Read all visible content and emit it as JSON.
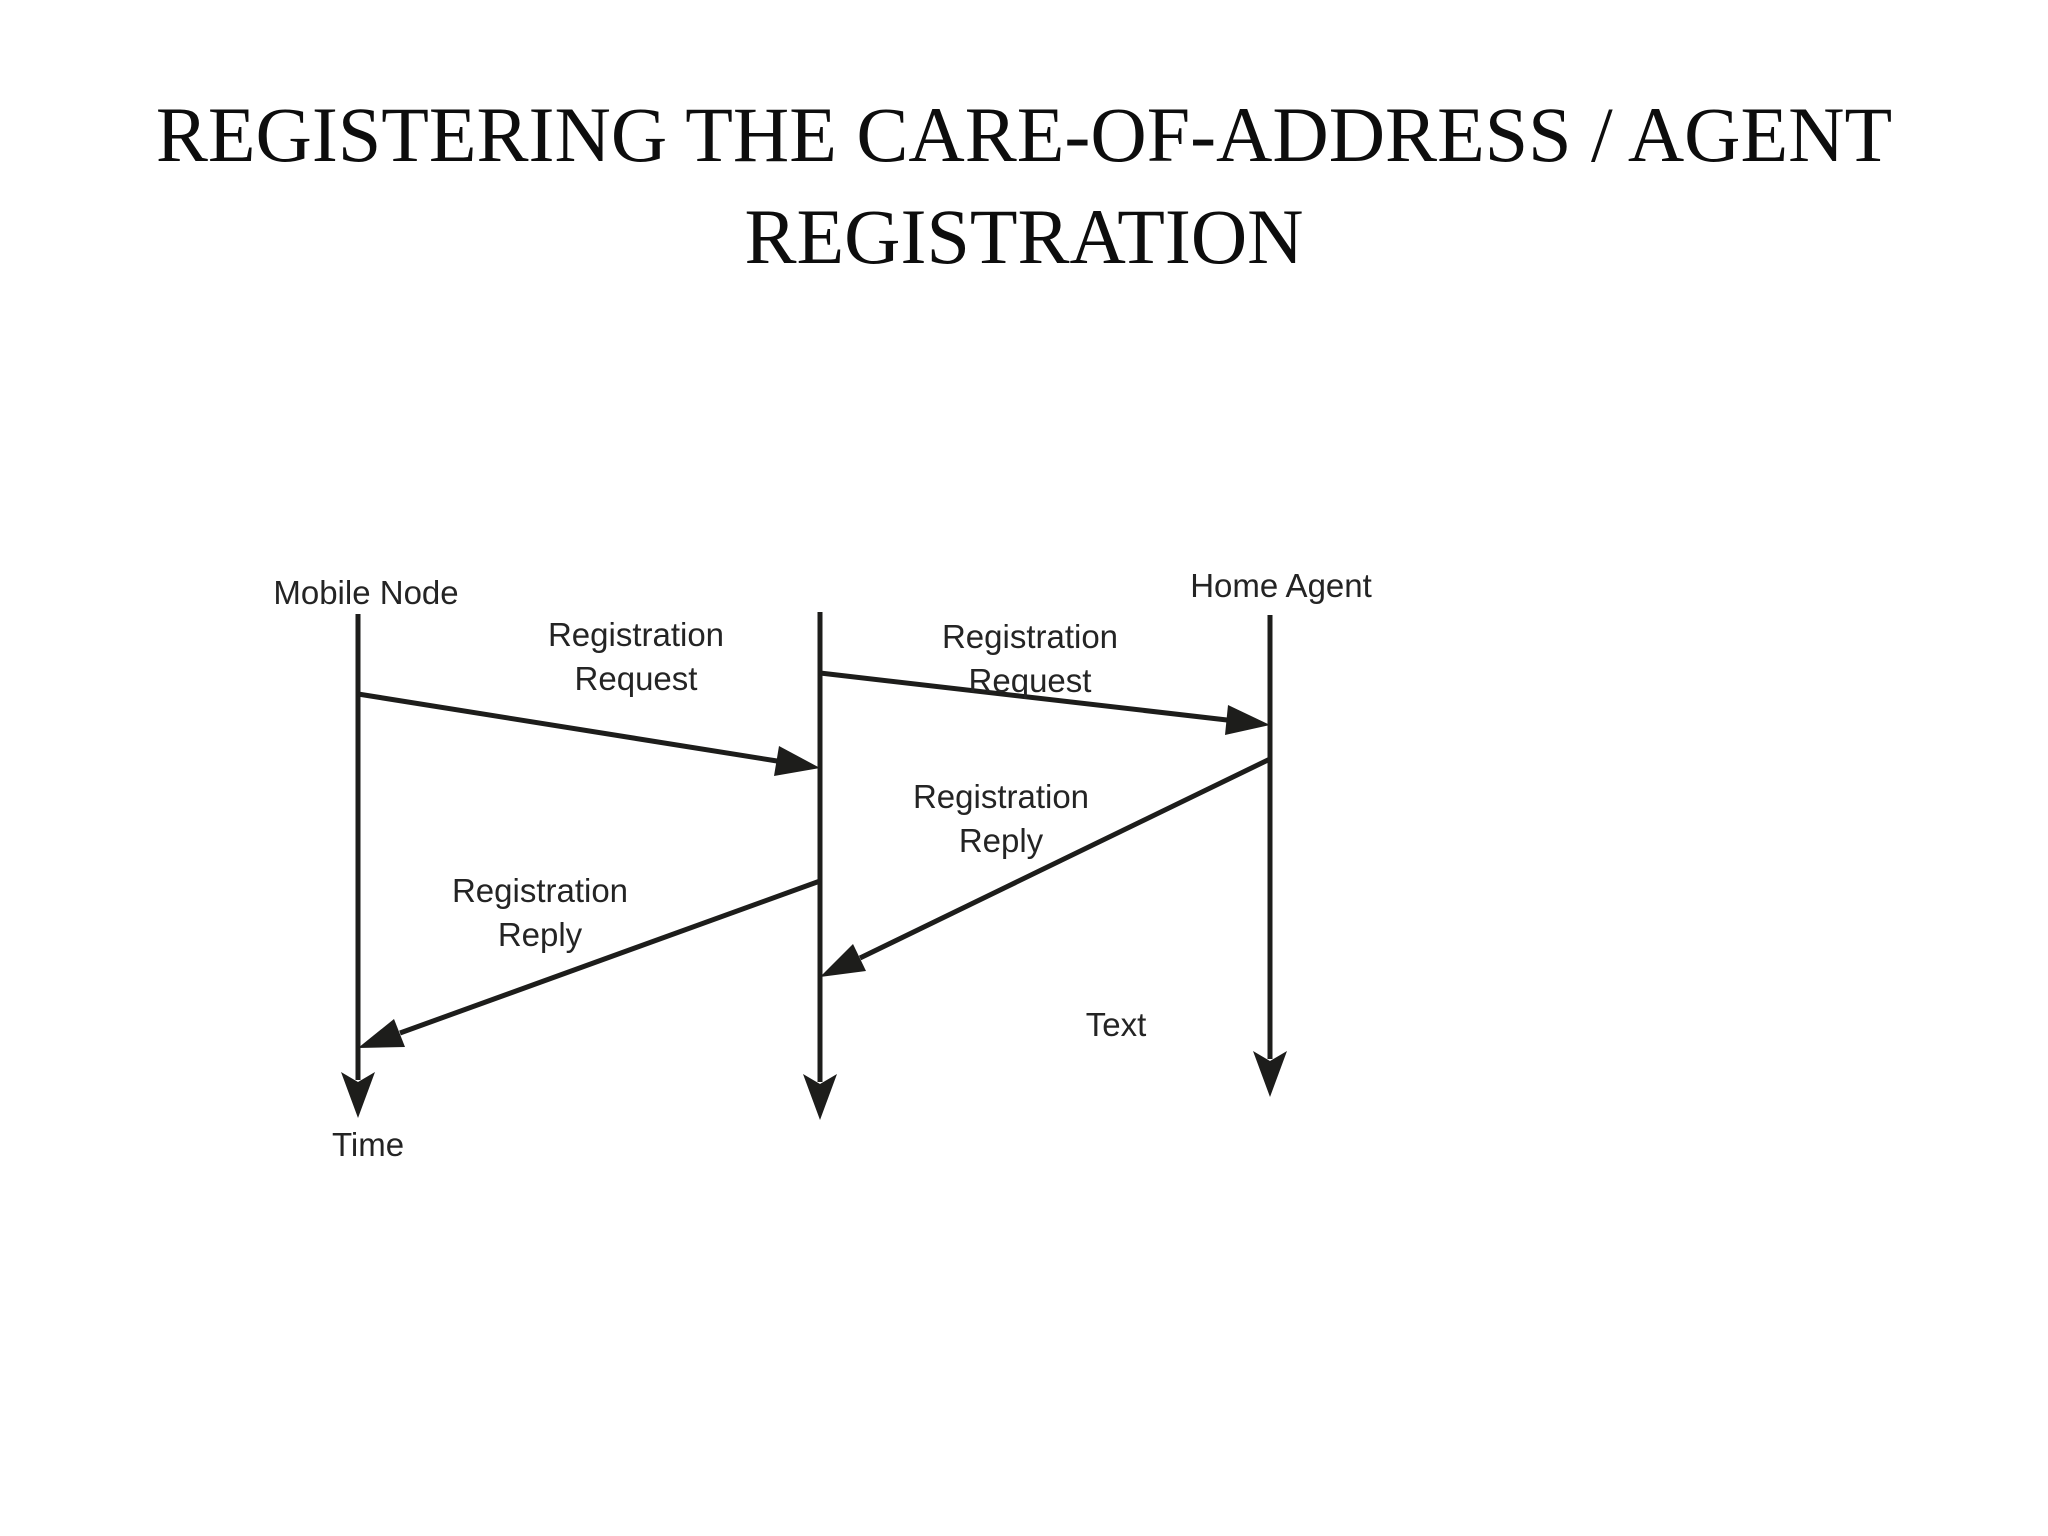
{
  "title": {
    "line1": "REGISTERING THE CARE-OF-ADDRESS / AGENT",
    "line2": "REGISTRATION"
  },
  "diagram": {
    "nodes": {
      "mobile": "Mobile Node",
      "home": "Home Agent"
    },
    "axis": {
      "time": "Time"
    },
    "annotation": "Text",
    "messages": {
      "request_mn_fa": [
        "Registration",
        "Request"
      ],
      "request_fa_ha": [
        "Registration",
        "Request"
      ],
      "reply_ha_fa": [
        "Registration",
        "Reply"
      ],
      "reply_fa_mn": [
        "Registration",
        "Reply"
      ]
    },
    "colors": {
      "ink": "#1d1d1b",
      "label_ink": "#242424",
      "title_ink": "#0d0d0d",
      "background": "#ffffff"
    }
  }
}
